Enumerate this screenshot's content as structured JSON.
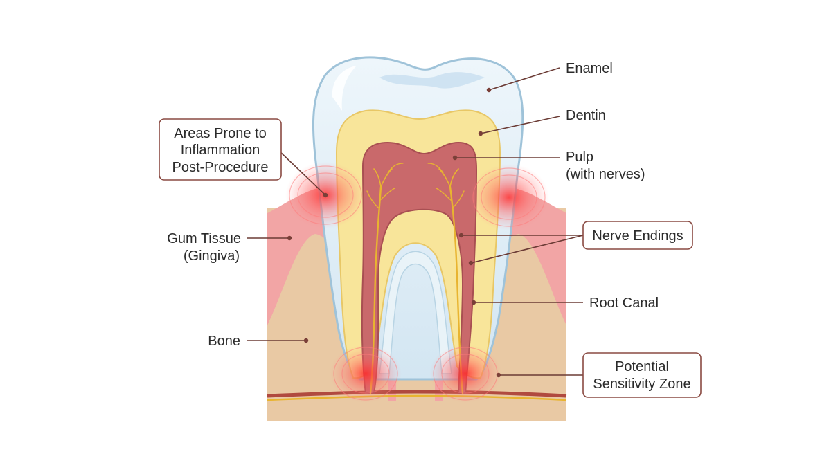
{
  "labels": {
    "enamel": "Enamel",
    "dentin": "Dentin",
    "pulp_line1": "Pulp",
    "pulp_line2": "(with nerves)",
    "nerve_endings": "Nerve Endings",
    "root_canal": "Root Canal",
    "sensitivity_line1": "Potential",
    "sensitivity_line2": "Sensitivity Zone",
    "inflammation_line1": "Areas Prone to",
    "inflammation_line2": "Inflammation",
    "inflammation_line3": "Post-Procedure",
    "gum_line1": "Gum Tissue",
    "gum_line2": "(Gingiva)",
    "bone": "Bone"
  },
  "colors": {
    "enamel": "#dcecf6",
    "enamel_outline": "#9fc3d9",
    "dentin": "#f8e59a",
    "dentin_outline": "#e8c766",
    "pulp": "#c9696b",
    "pulp_outline": "#a84f52",
    "nerve": "#e8b430",
    "gum": "#f2a5a5",
    "bone": "#e9c9a4",
    "inflammation": "#ff3b3b",
    "leader": "#6b3b35"
  }
}
